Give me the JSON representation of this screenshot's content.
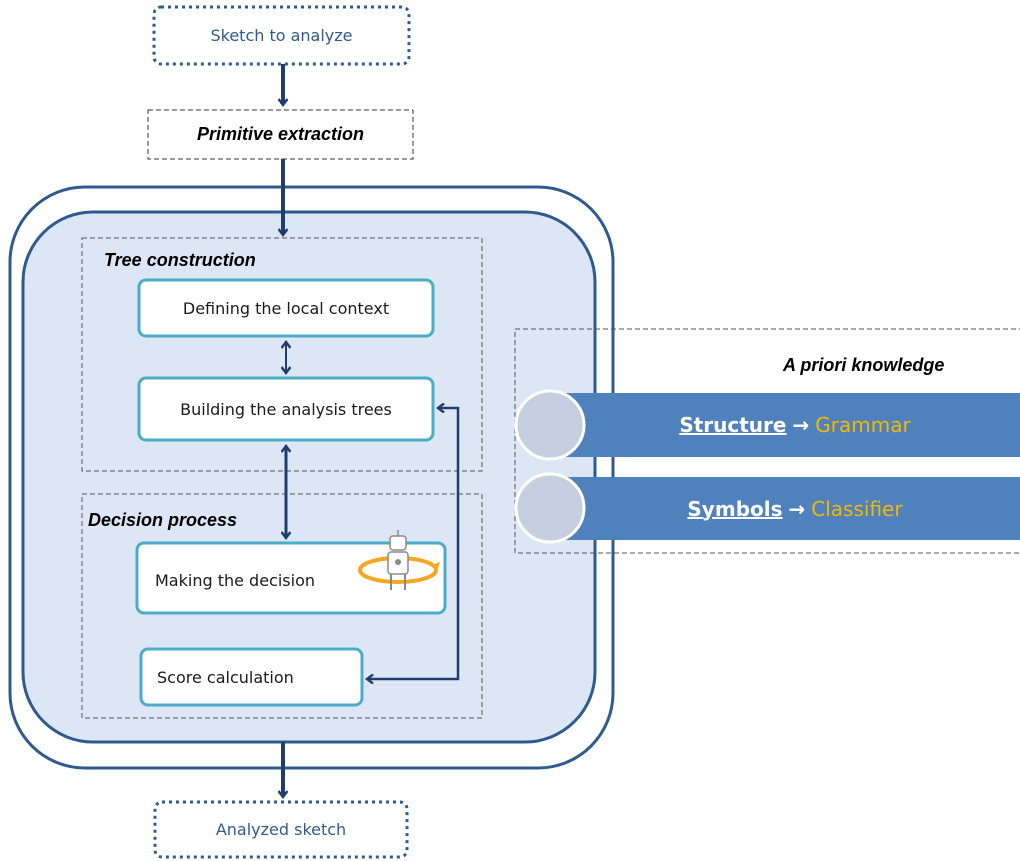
{
  "input": {
    "label": "Sketch to analyze"
  },
  "primitive": {
    "label": "Primitive extraction"
  },
  "tree_section": {
    "title": "Tree construction"
  },
  "nodes": {
    "local_context": "Defining the local context",
    "analysis_trees": "Building the analysis  trees",
    "decision": "Making the decision",
    "score": "Score calculation"
  },
  "decision_section": {
    "title": "Decision process"
  },
  "knowledge": {
    "title": "A priori knowledge",
    "rows": [
      {
        "key": "Structure",
        "arrow": "→",
        "value": "Grammar"
      },
      {
        "key": "Symbols",
        "arrow": "→",
        "value": "Classifier"
      }
    ]
  },
  "output": {
    "label": "Analyzed sketch"
  },
  "colors": {
    "dark_blue": "#1f3e6b",
    "frame_blue": "#2f5a8e",
    "panel_fill": "#dde6f5",
    "node_border": "#4bacc6",
    "bar_blue": "#4f81bd",
    "circle_fill": "#c5cfe0",
    "value_yellow": "#f5b800"
  },
  "icons": {
    "decision_icon": "robot-rotate-icon"
  }
}
